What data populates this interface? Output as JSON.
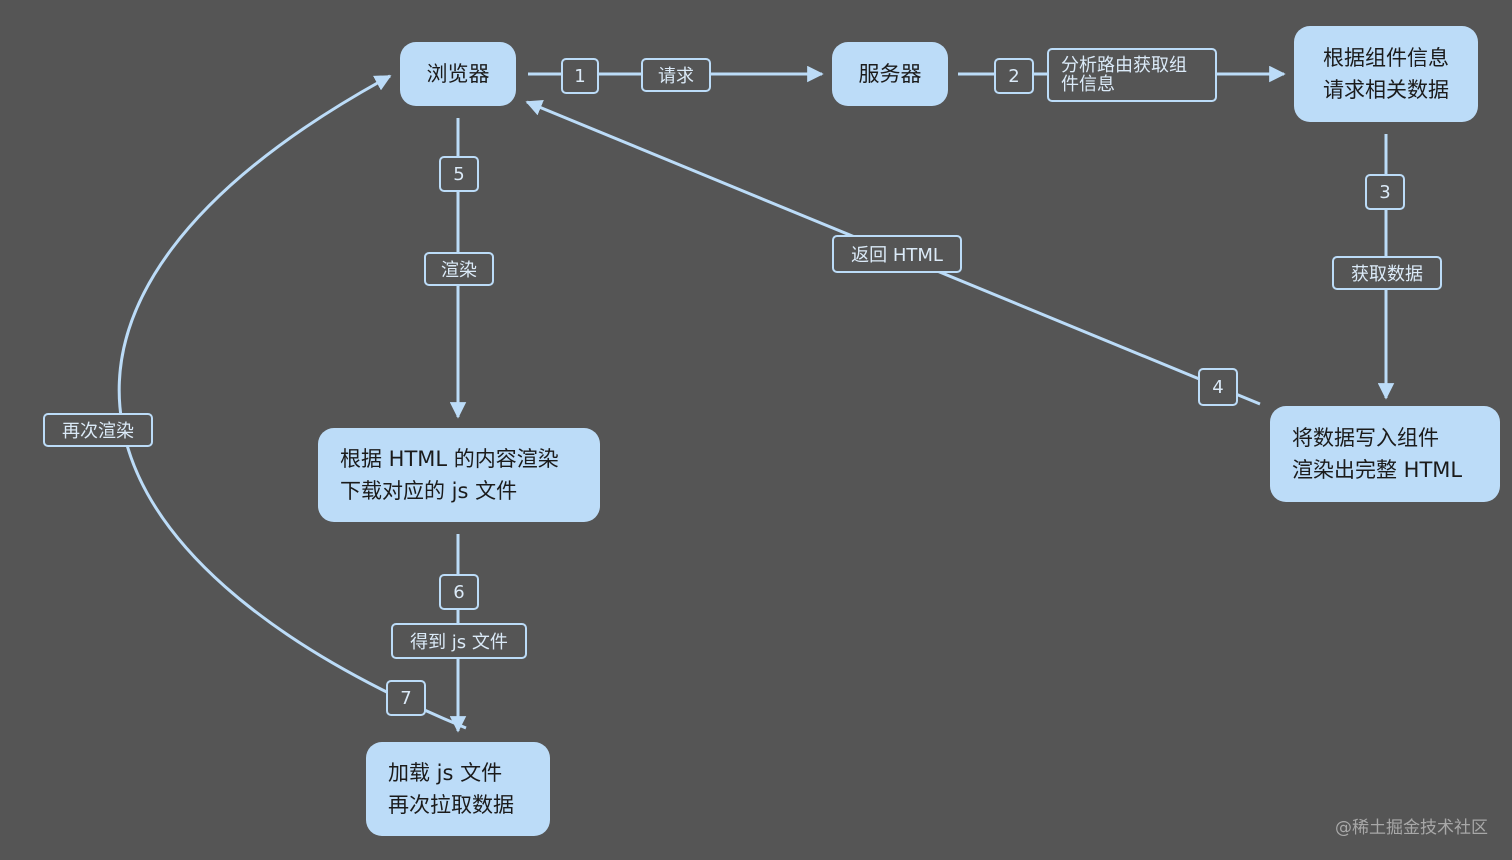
{
  "nodes": {
    "browser": "浏览器",
    "server": "服务器",
    "get_data": {
      "line1": "根据组件信息",
      "line2": "请求相关数据"
    },
    "write_data": {
      "line1": "将数据写入组件",
      "line2": "渲染出完整 HTML"
    },
    "render_html": {
      "line1": "根据 HTML 的内容渲染",
      "line2": "下载对应的 js 文件"
    },
    "load_js": {
      "line1": "加载 js 文件",
      "line2": "再次拉取数据"
    }
  },
  "edges": {
    "step1": {
      "num": "1",
      "label": "请求"
    },
    "step2": {
      "num": "2",
      "label_line1": "分析路由获取组",
      "label_line2": "件信息"
    },
    "step3": {
      "num": "3",
      "label": "获取数据"
    },
    "step4": {
      "num": "4",
      "label": "返回 HTML"
    },
    "step5": {
      "num": "5",
      "label": "渲染"
    },
    "step6": {
      "num": "6",
      "label": "得到 js 文件"
    },
    "step7": {
      "num": "7",
      "label": "再次渲染"
    }
  },
  "watermark": "@稀土掘金技术社区",
  "colors": {
    "background": "#555555",
    "node_fill": "#bcdcf8",
    "edge": "#bcdcf8"
  }
}
